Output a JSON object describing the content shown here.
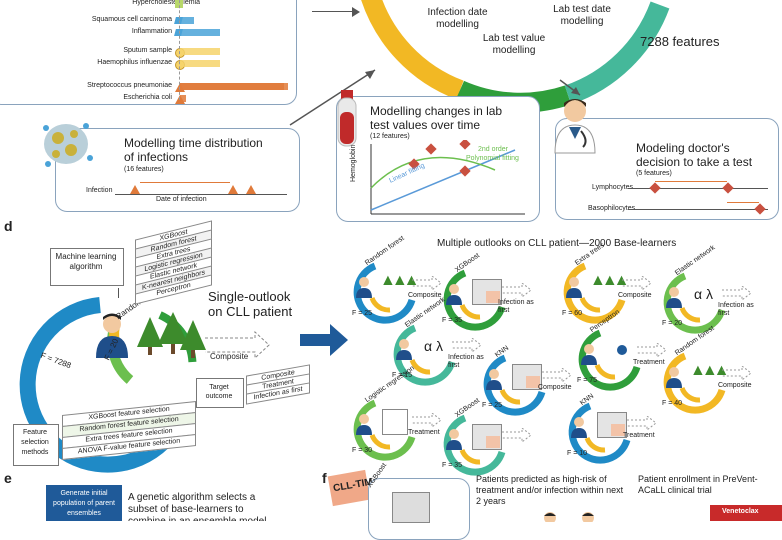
{
  "top": {
    "legend_items": [
      {
        "label": "Hypercholesterolemia",
        "shape": "square",
        "color": "#b8d86b"
      },
      {
        "label": "Squamous cell carcinoma",
        "shape": "diamond",
        "color": "#4aa3d8"
      },
      {
        "label": "Inflammation",
        "shape": "diamond",
        "color": "#4aa3d8"
      },
      {
        "label": "Sputum sample",
        "shape": "circle",
        "color": "#f6d36b"
      },
      {
        "label": "Haemophilus influenzae",
        "shape": "circle",
        "color": "#f6d36b"
      },
      {
        "label": "Streptococcus pneumoniae",
        "shape": "triangle",
        "color": "#e07a3a"
      },
      {
        "label": "Escherichia coli",
        "shape": "triangle",
        "color": "#e07a3a"
      }
    ],
    "ring_labels": {
      "infection": "Infection date modelling",
      "labdate": "Lab test date modelling",
      "labvalue": "Lab test value modelling"
    },
    "features_total": "7288 features",
    "infection_box": {
      "title": "Modelling time distribution of infections",
      "count": "(16 features)",
      "axis_label": "Infection",
      "axis_sub": "Date of infection"
    },
    "lab_box": {
      "title": "Modelling changes in lab test values over time",
      "count": "(12 features)",
      "y_label": "Hemoglobin",
      "linear": "Linear fitting",
      "poly_order": "2nd order",
      "poly": "Polynomial fitting"
    },
    "doctor_box": {
      "title": "Modeling doctor's decision to take a test",
      "count": "(5 features)",
      "row1": "Lymphocytes",
      "row2": "Basophilocytes"
    }
  },
  "panel_d": {
    "letter": "d",
    "ml_algo_label": "Machine learning algorithm",
    "algorithms": [
      "XGBoost",
      "Random forest",
      "Extra trees",
      "Logistic regression",
      "Elastic network",
      "K-nearest neighbors",
      "Perceptron"
    ],
    "single_title": "Single-outlook on CLL patient",
    "single_model_name": "Random forest",
    "f_total": "F = 7288",
    "f_sub": "F = 20",
    "composite": "Composite",
    "target_outcome": "Target outcome",
    "outcomes": [
      "Composite",
      "Treatment",
      "Infection as first"
    ],
    "feature_selection_label": "Feature selection methods",
    "feature_methods": [
      "XGBoost feature selection",
      "Random forest feature selection",
      "Extra trees feature selection",
      "ANOVA F-value feature selection"
    ],
    "multi_title": "Multiple outlooks on CLL patient—2000 Base-learners",
    "learners": [
      {
        "name": "Random forest",
        "f": "F = 25",
        "outcome": "Composite"
      },
      {
        "name": "XGBoost",
        "f": "F = 35",
        "outcome": "Infection as first"
      },
      {
        "name": "Extra trees",
        "f": "F = 60",
        "outcome": "Composite"
      },
      {
        "name": "Elastic network",
        "f": "F = 20",
        "outcome": "Infection as first"
      },
      {
        "name": "Elastic network",
        "f": "F = 15",
        "outcome": "Infection as first"
      },
      {
        "name": "KNN",
        "f": "F = 25",
        "outcome": "Composite"
      },
      {
        "name": "Perceptron",
        "f": "F = 75",
        "outcome": "Treatment"
      },
      {
        "name": "Random forest",
        "f": "F = 40",
        "outcome": "Composite"
      },
      {
        "name": "Logistic regression",
        "f": "F = 30",
        "outcome": "Treatment"
      },
      {
        "name": "XGBoost",
        "f": "F = 35",
        "outcome": ""
      },
      {
        "name": "KNN",
        "f": "F = 10",
        "outcome": "Treatment"
      }
    ],
    "alpha_lambda": "α λ"
  },
  "panel_e": {
    "letter": "e",
    "button": "Generate initial population of parent ensembles",
    "text": "A genetic algorithm selects a subset of base-learners to combine in an ensemble model"
  },
  "panel_f": {
    "letter": "f",
    "badge": "CLL-TIM",
    "model": "XGBoost",
    "predicted": "Patients predicted as high-risk of treatment and/or infection within next 2 years",
    "enrollment": "Patient enrollment in PreVent-ACaLL clinical trial",
    "drug": "Venetoclax"
  }
}
